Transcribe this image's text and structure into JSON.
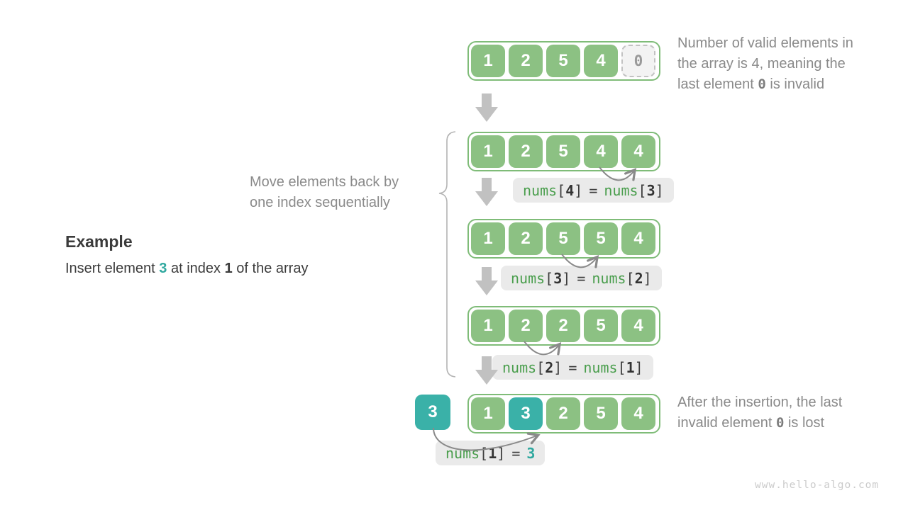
{
  "example": {
    "title": "Example",
    "insert_pre": "Insert element ",
    "insert_value": "3",
    "insert_mid": " at index ",
    "insert_index": "1",
    "insert_post": " of the array"
  },
  "notes": {
    "top": {
      "line1": "Number of valid elements in",
      "line2": "the array is 4, meaning the",
      "line3_pre": "last element ",
      "line3_code": "0",
      "line3_post": " is invalid"
    },
    "move": {
      "line1": "Move elements back by",
      "line2": "one index sequentially"
    },
    "after": {
      "line1": "After the insertion, the last",
      "line2_pre": "invalid element ",
      "line2_code": "0",
      "line2_post": " is lost"
    }
  },
  "arrays": {
    "initial": {
      "cells": [
        "1",
        "2",
        "5",
        "4",
        "0"
      ]
    },
    "step1": {
      "cells": [
        "1",
        "2",
        "5",
        "4",
        "4"
      ]
    },
    "step2": {
      "cells": [
        "1",
        "2",
        "5",
        "5",
        "4"
      ]
    },
    "step3": {
      "cells": [
        "1",
        "2",
        "2",
        "5",
        "4"
      ]
    },
    "final": {
      "cells": [
        "1",
        "3",
        "2",
        "5",
        "4"
      ]
    },
    "inserted_value": "3"
  },
  "labels": {
    "l1": {
      "t0": "nums",
      "t1": "[",
      "t2": "4",
      "t3": "]",
      "t4": "=",
      "t5": "nums",
      "t6": "[",
      "t7": "3",
      "t8": "]"
    },
    "l2": {
      "t0": "nums",
      "t1": "[",
      "t2": "3",
      "t3": "]",
      "t4": "=",
      "t5": "nums",
      "t6": "[",
      "t7": "2",
      "t8": "]"
    },
    "l3": {
      "t0": "nums",
      "t1": "[",
      "t2": "2",
      "t3": "]",
      "t4": "=",
      "t5": "nums",
      "t6": "[",
      "t7": "1",
      "t8": "]"
    },
    "l4": {
      "t0": "nums",
      "t1": "[",
      "t2": "1",
      "t3": "]",
      "t4": "=",
      "t5": "3"
    }
  },
  "watermark": "www.hello-algo.com",
  "colors": {
    "cell_green": "#8cc183",
    "box_border_green": "#7fbc78",
    "teal": "#3ab1a8",
    "code_green": "#4a9e4d",
    "teal_text": "#2fa89f",
    "label_bg": "#eaeaea",
    "note_gray": "#8a8a8a",
    "dark_text": "#3b3b3b",
    "arrow_gray": "#c1c1c1",
    "curve_gray": "#8a8a8a",
    "brace_gray": "#b4b4b4",
    "invalid_bg": "#f3f3f3",
    "watermark_gray": "#cbcbcb"
  }
}
